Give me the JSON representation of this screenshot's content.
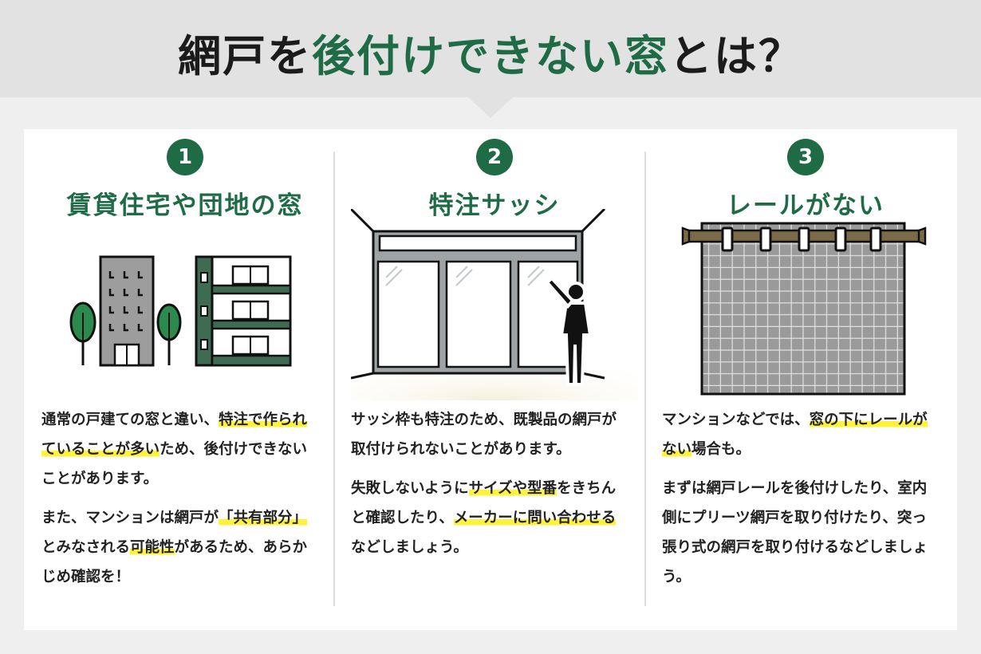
{
  "header": {
    "title_part1": "網戸を",
    "title_accent": "後付けできない窓",
    "title_part2": "とは？"
  },
  "colors": {
    "accent": "#1e6b46",
    "highlight": "#fff23a",
    "header_bg": "#e2e2e2",
    "page_bg": "#efefef"
  },
  "columns": [
    {
      "number": "1",
      "title": "賃貸住宅や団地の窓",
      "illustration": "apartment-buildings-with-trees",
      "p1": {
        "t1": "通常の戸建ての窓と違い、",
        "h1": "特注で作られていることが多い",
        "t2": "ため、後付けできないことがあります。"
      },
      "p2": {
        "t1": "また、マンションは網戸が",
        "h1": "「共有部分」",
        "t2": "とみなされる",
        "h2": "可能性",
        "t3": "があるため、あらかじめ確認を！"
      }
    },
    {
      "number": "2",
      "title": "特注サッシ",
      "illustration": "custom-sash-window-with-person",
      "p1": {
        "t1": "サッシ枠も特注のため、既製品の網戸が取付けられないことがあります。"
      },
      "p2": {
        "t1": "失敗しないように",
        "h1": "サイズや型番",
        "t2": "をきちんと確認したり、",
        "h2": "メーカーに問い合わせる",
        "t3": "などしましょう。"
      }
    },
    {
      "number": "3",
      "title": "レールがない",
      "illustration": "curtain-rod-with-screen-net",
      "p1": {
        "t1": "マンションなどでは、",
        "h1": "窓の下にレールがない",
        "t2": "場合も。"
      },
      "p2": {
        "t1": "まずは網戸レールを後付けしたり、室内側にプリーツ網戸を取り付けたり、突っ張り式の網戸を取り付けるなどしましょう。"
      }
    }
  ]
}
